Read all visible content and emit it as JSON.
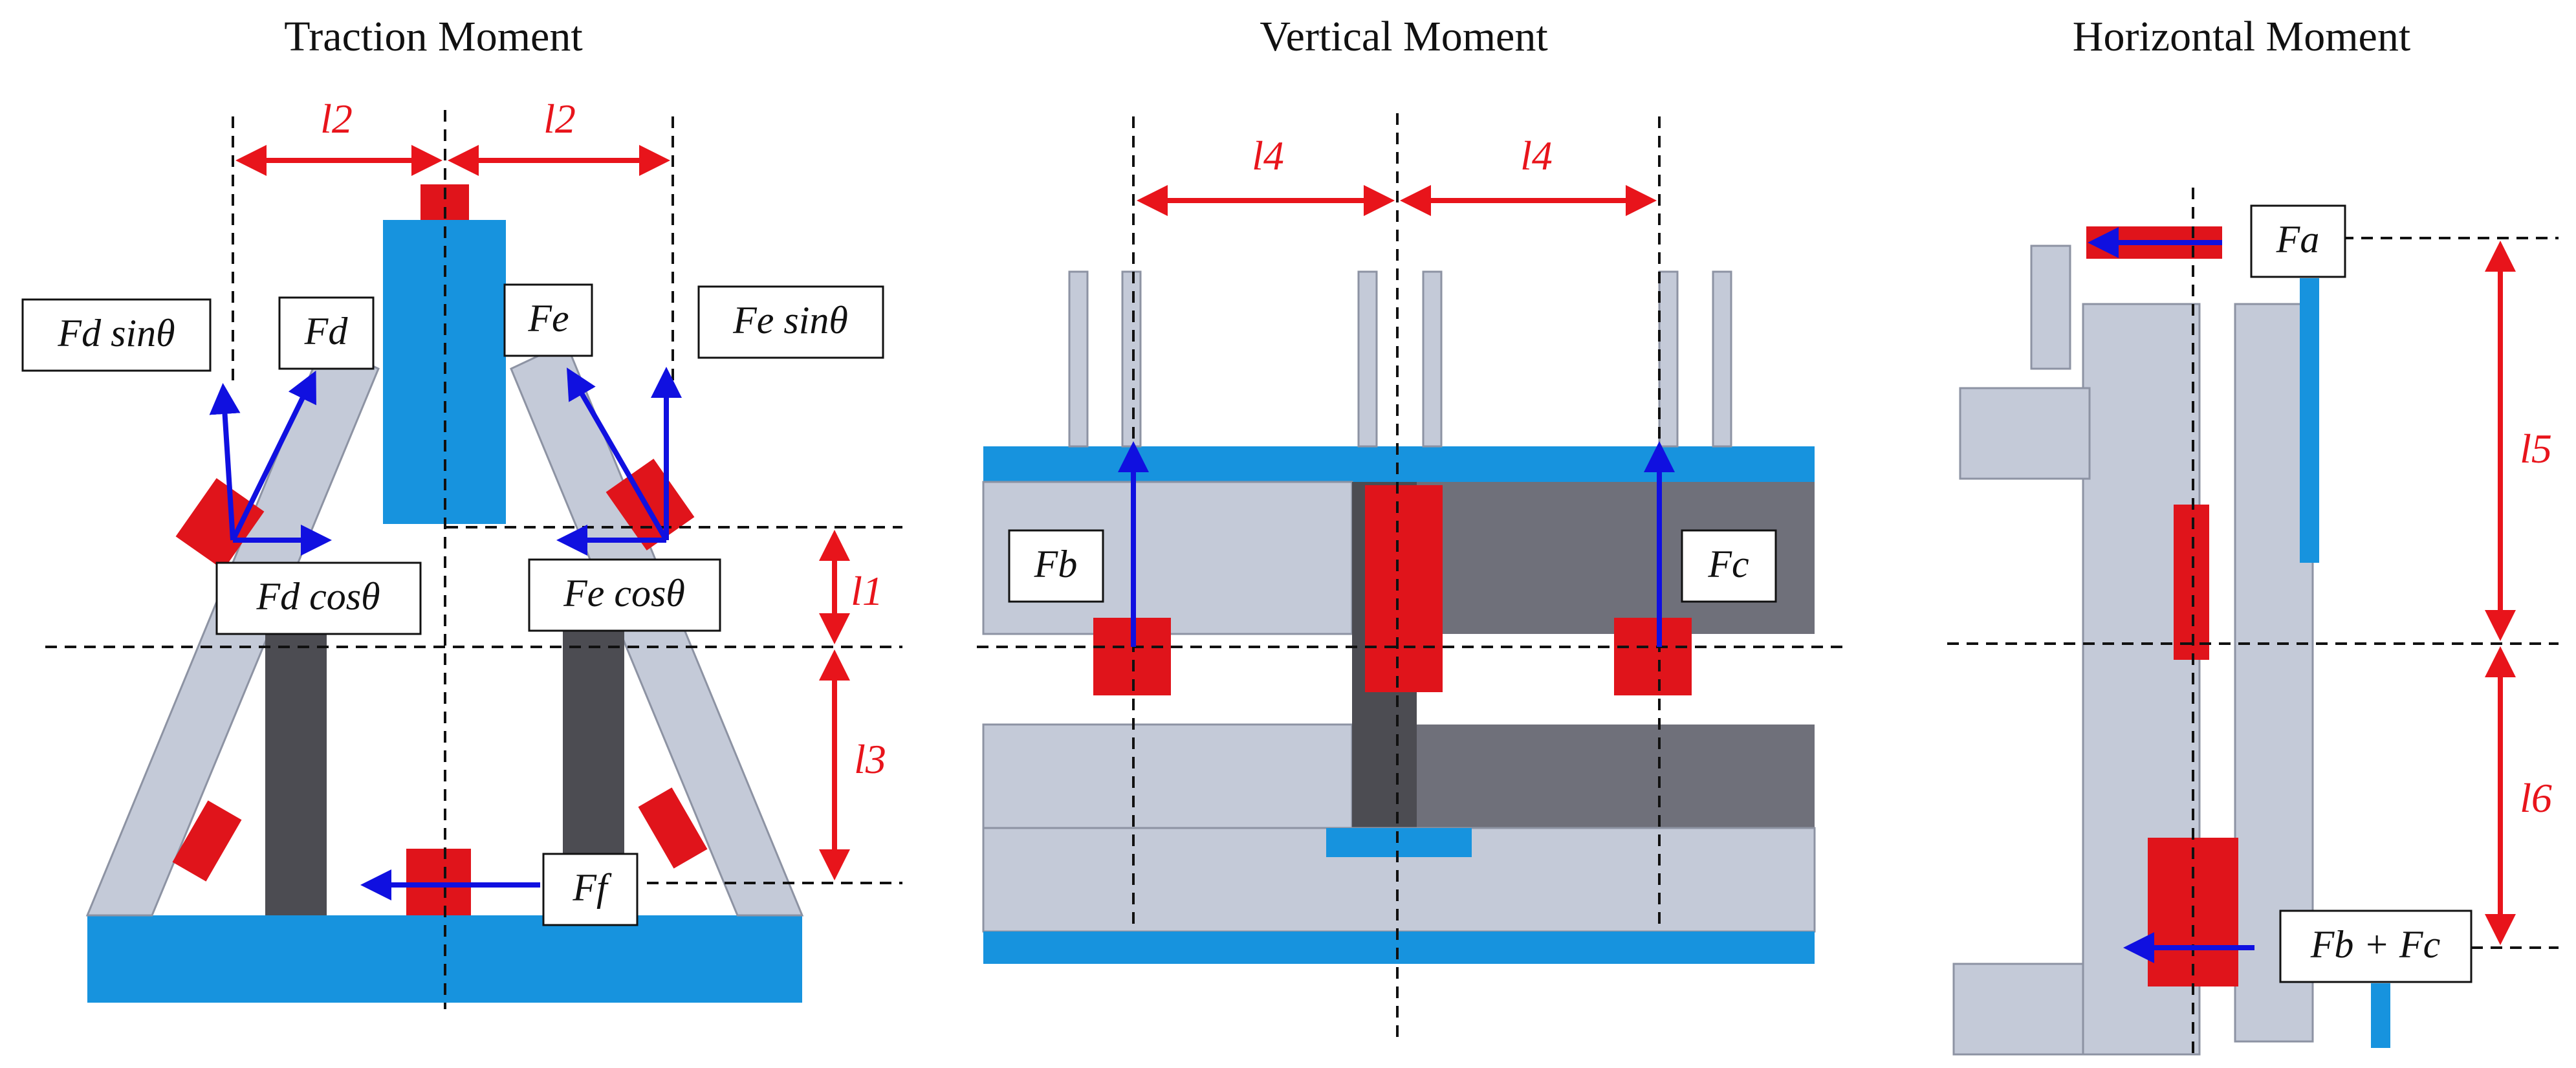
{
  "panels": {
    "traction": {
      "title": "Traction Moment",
      "labels": {
        "l2_left": "l2",
        "l2_right": "l2",
        "l1": "l1",
        "l3": "l3",
        "fd_sin": "Fd sinθ",
        "fd": "Fd",
        "fe": "Fe",
        "fe_sin": "Fe sinθ",
        "fd_cos": "Fd cosθ",
        "fe_cos": "Fe cosθ",
        "ff": "Ff"
      }
    },
    "vertical": {
      "title": "Vertical Moment",
      "labels": {
        "l4_left": "l4",
        "l4_right": "l4",
        "fb": "Fb",
        "fc": "Fc"
      }
    },
    "horizontal": {
      "title": "Horizontal Moment",
      "labels": {
        "fa": "Fa",
        "l5": "l5",
        "l6": "l6",
        "fbfc": "Fb + Fc"
      }
    }
  },
  "colors": {
    "force_arrow": "#1010e0",
    "dimension": "#e8141b",
    "plate": "#1793de",
    "part": "#c4cad8",
    "clamp": "#e0141b"
  }
}
